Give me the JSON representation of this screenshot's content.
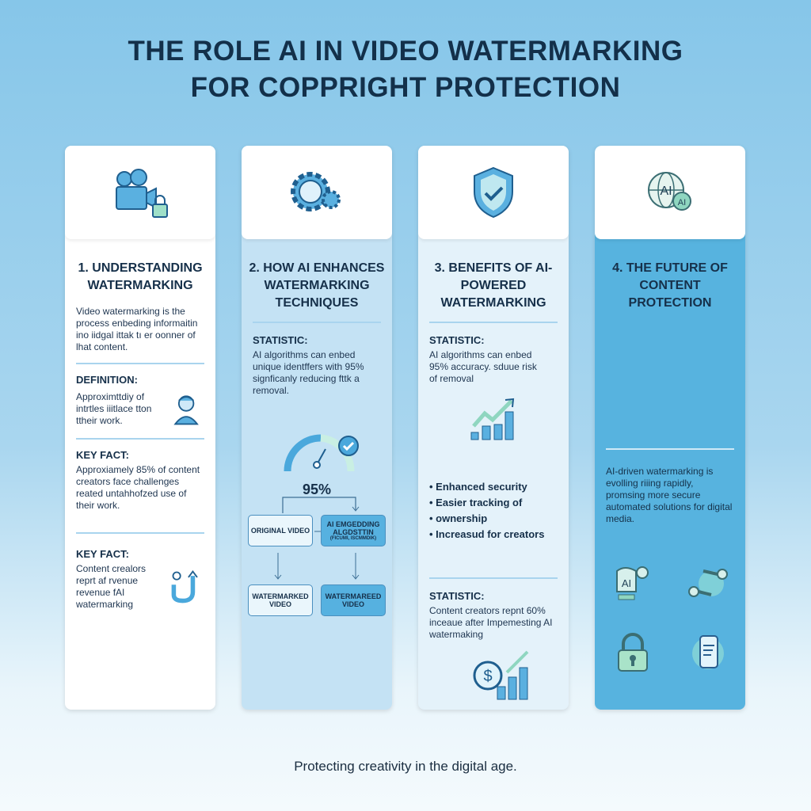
{
  "title": {
    "line1": "THE ROLE AI IN VIDEO WATERMARKING",
    "line2": "FOR COPPRIGHT PROTECTION"
  },
  "cards": [
    {
      "heading": "1. UNDERSTANDING WATERMARKING",
      "intro": "Video watermarking is the process enbeding informaitin ino iidgal ittak tı er oonner of lhat content.",
      "sections": [
        {
          "label": "DEFINITION:",
          "text": "Approximttdiy of intrtles iiitlace tton ttheir work."
        },
        {
          "label": "KEY FACT:",
          "text": "Approxiamely 85% of content creators face challenges reated untahhofzed use of their work."
        },
        {
          "label": "KEY FACT:",
          "text": "Content crealors reprt af rvenue revenue fAI watermarking"
        }
      ]
    },
    {
      "heading": "2. HOW AI ENHANCES WATERMARKING TECHNIQUES",
      "label": "STATISTIC:",
      "text": "AI algorithms can enbed unique identffers with 95% signficanly reducing fttk a removal.",
      "gauge": {
        "value": "95%",
        "fraction": 0.95
      },
      "flow": {
        "original": "ORIGINAL VIDEO",
        "algo": "AI EMGEDDING ALGDSTTIN",
        "algo_sub": "(FICUMI, ISCMMDIK)",
        "wm1": "WATERMARKED VIDEO",
        "wm2": "WATERMAREED VIDEO"
      }
    },
    {
      "heading": "3. BENEFITS OF AI-POWERED WATERMARKING",
      "label": "STATISTIC:",
      "text": "AI algorithms can enbed 95% accuracy. sduue risk of removal",
      "bullets": [
        "Enhanced security",
        "Easier tracking of",
        "ownership",
        "Increasud for creators"
      ],
      "label2": "STATISTIC:",
      "text2": "Content creators repnt 60% inceaue after Impemesting AI watermaking"
    },
    {
      "heading": "4. THE FUTURE OF CONTENT PROTECTION",
      "text": "AI-driven watermarking is evolling riiing rapidly, promsing more secure automated solutions for digital media.",
      "icons": [
        "ai-robot-icon",
        "robotic-arm-icon",
        "padlock-icon",
        "smartphone-icon"
      ]
    }
  ],
  "icon_labels": {
    "globe": "AI",
    "robot": "AI"
  },
  "footer": "Protecting creativity in the digital age.",
  "colors": {
    "accent": "#4aa8dc",
    "dark_text": "#13304a",
    "card4": "#57b3df",
    "green": "#8fd6c0"
  }
}
